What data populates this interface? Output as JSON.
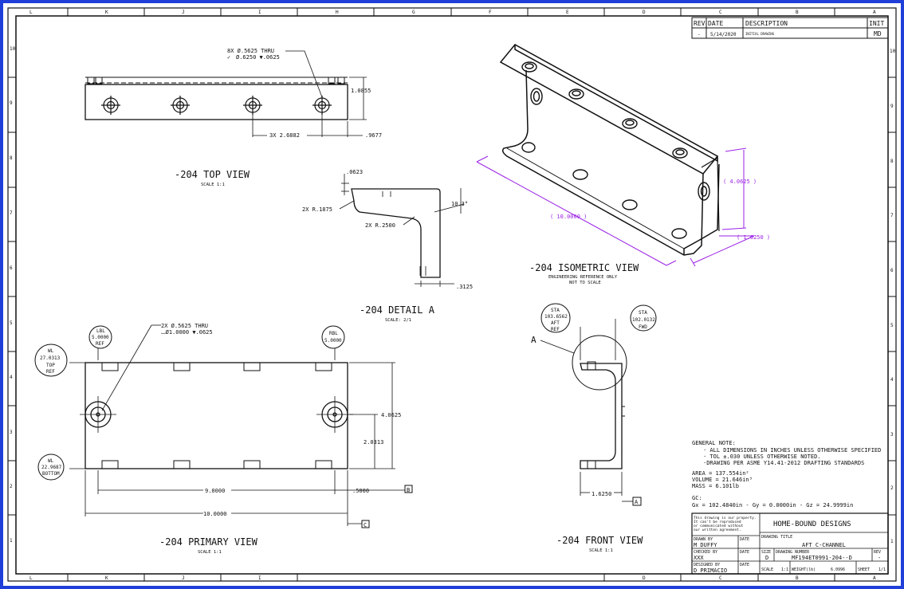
{
  "zones": {
    "columns": [
      "L",
      "K",
      "J",
      "I",
      "H",
      "G",
      "F",
      "E",
      "D",
      "C",
      "B",
      "A"
    ],
    "rows": [
      "10",
      "9",
      "8",
      "7",
      "6",
      "5",
      "4",
      "3",
      "2",
      "1"
    ]
  },
  "revision_block": {
    "headers": {
      "rev": "REV",
      "date": "DATE",
      "description": "DESCRIPTION",
      "init": "INIT"
    },
    "row": {
      "rev": "-",
      "date": "5/14/2020",
      "description": "INITIAL DRAWING",
      "init": "MD"
    }
  },
  "top_view": {
    "title": "-204 TOP VIEW",
    "scale": "SCALE 1:1",
    "hole_note_1": "8X Ø.5625 THRU",
    "hole_note_2": "Ø.6250 ▼.0625",
    "dim_width": "1.0855",
    "dim_spacing": "3X 2.6882",
    "dim_end": ".9677"
  },
  "detail_a": {
    "title": "-204 DETAIL A",
    "scale": "SCALE: 2/1",
    "dim_thick": ".0623",
    "radius_1": "2X R.1875",
    "radius_2": "2X R.2500",
    "angle": "10.3°",
    "dim_flange": ".3125"
  },
  "iso_view": {
    "title": "-204 ISOMETRIC VIEW",
    "note_1": "ENGINEERING REFERENCE ONLY",
    "note_2": "NOT TO SCALE",
    "dim_length": "( 10.0000 )",
    "dim_height": "( 4.0625 )",
    "dim_depth": "( 1.6250 )"
  },
  "primary_view": {
    "title": "-204 PRIMARY VIEW",
    "scale": "SCALE 1:1",
    "hole_note_1": "2X Ø.5625 THRU",
    "hole_note_2": "⌴Ø1.0000 ▼.0625",
    "lbl": [
      "LBL",
      "5.0000",
      "REF"
    ],
    "rbl": [
      "RBL",
      "5.0000"
    ],
    "wl_top": [
      "WL",
      "27.0313",
      "TOP",
      "REF"
    ],
    "wl_bottom": [
      "WL",
      "22.9687",
      "BOTTOM"
    ],
    "dim_height": "4.0625",
    "dim_mid": "2.0313",
    "dim_span": "9.0000",
    "dim_end": ".5000",
    "dim_total": "10.0000",
    "datum_b": "B",
    "datum_c": "C"
  },
  "front_view": {
    "title": "-204 FRONT VIEW",
    "scale": "SCALE 1:1",
    "sta_aft": [
      "STA",
      "103.6562",
      "AFT",
      "REF"
    ],
    "sta_fwd": [
      "STA",
      "102.0132",
      "FWD"
    ],
    "detail_label": "A",
    "dim_base": "1.6250",
    "datum_a": "A"
  },
  "general_notes": {
    "heading": "GENERAL NOTE:",
    "lines": [
      "· ALL DIMENSIONS IN INCHES UNLESS OTHERWISE SPECIFIED",
      "· TOL ±.030 UNLESS OTHERWISE NOTED.",
      "·DRAWING PER ASME Y14.41-2012 DRAFTING STANDARDS"
    ],
    "props": [
      "AREA = 137.554in²",
      "VOLUME = 21.646in³",
      "MASS = 6.101lb"
    ],
    "cg_heading": "GC:",
    "cg": "Gx = 102.4840in - Gy = 0.0000in - Gz = 24.9999in"
  },
  "title_block": {
    "proprietary": [
      "This drawing is our property.",
      "It can't be reproduced",
      "or communicated without",
      "our written agreement."
    ],
    "company": "HOME-BOUND DESIGNS",
    "drawing_title_label": "DRAWING TITLE",
    "drawing_title": "AFT C-CHANNEL",
    "drawn_by_label": "DRAWN BY",
    "drawn_by": "M DUFFY",
    "checked_by_label": "CHECKED BY",
    "checked_by": "XXX",
    "designed_by_label": "DESIGNED BY",
    "designed_by": "D PRIMACIO",
    "date_label": "DATE",
    "size_label": "SIZE",
    "size": "D",
    "number_label": "DRAWING NUMBER",
    "number": "MF194ET0991-204--D",
    "rev_label": "REV",
    "rev": "-",
    "scale_label": "SCALE",
    "scale": "1:1",
    "weight_label": "WEIGHT(lb)",
    "weight": "6.0996",
    "sheet_label": "SHEET",
    "sheet": "1/1"
  },
  "colors": {
    "frame": "#1f3fd8",
    "ref_dims": "#9b22e6"
  }
}
